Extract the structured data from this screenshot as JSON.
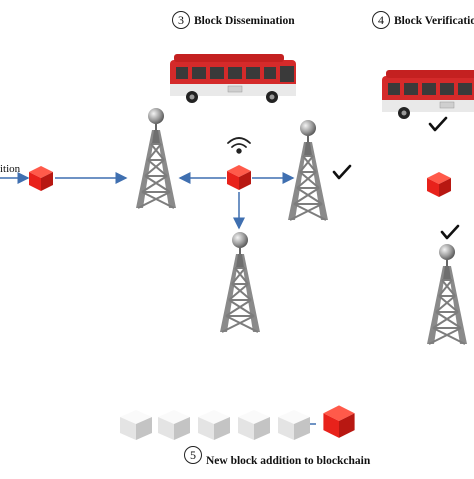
{
  "steps": {
    "dissemination": {
      "number": "3",
      "label": "Block Dissemination"
    },
    "verification": {
      "number": "4",
      "label": "Block Verification"
    },
    "addition": {
      "number": "5",
      "label": "New block addition  to blockchain"
    }
  },
  "left_label": "ition",
  "colors": {
    "block_red": "#e8221b",
    "arrow_blue": "#3f6fb0",
    "bus_red": "#d42a2a",
    "tower_gray": "#8a8a8a"
  }
}
